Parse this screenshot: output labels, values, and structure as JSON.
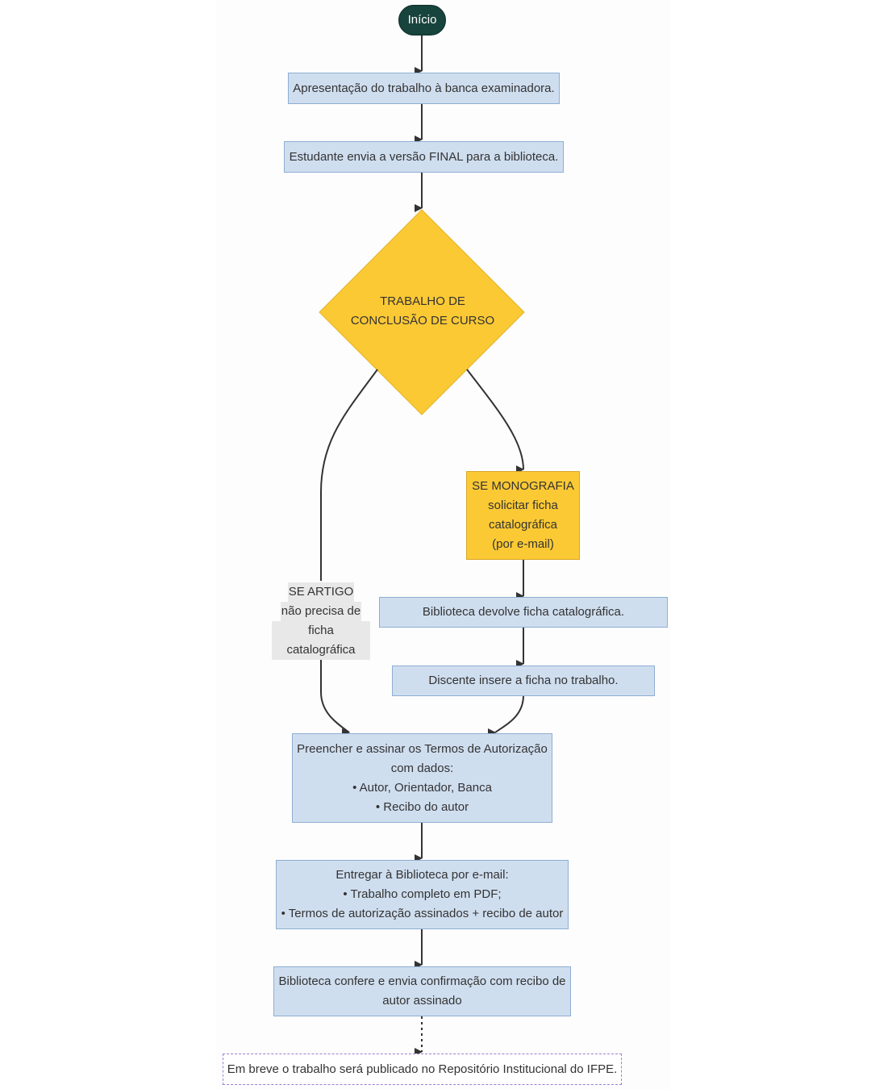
{
  "start": {
    "label": "Início"
  },
  "steps": {
    "presentation": "Apresentação do trabalho à banca examinadora.",
    "send_final": "Estudante envia a versão FINAL para a biblioteca."
  },
  "decision": {
    "lines": [
      "TRABALHO DE",
      "CONCLUSÃO DE CURSO"
    ],
    "color": "#fbc934"
  },
  "branch_artigo": {
    "lines": [
      "SE ARTIGO",
      "não precisa de",
      "ficha catalográfica"
    ]
  },
  "branch_monografia": {
    "lines": [
      "SE MONOGRAFIA",
      "solicitar ficha",
      "catalográfica",
      "(por e-mail)"
    ]
  },
  "library_returns": "Biblioteca devolve ficha catalográfica.",
  "student_inserts": "Discente insere a ficha no trabalho.",
  "terms": {
    "lines": [
      "Preencher e assinar os Termos de Autorização",
      "com dados:",
      "• Autor, Orientador, Banca",
      "• Recibo do autor"
    ]
  },
  "deliver": {
    "lines": [
      "Entregar à Biblioteca por e-mail:",
      "• Trabalho completo em PDF;",
      "• Termos de autorização assinados + recibo de autor"
    ]
  },
  "confirm": {
    "lines": [
      "Biblioteca confere e envia confirmação com recibo de",
      "autor assinado"
    ]
  },
  "published": "Em breve o trabalho será publicado no Repositório Institucional do IFPE.",
  "colors": {
    "process_fill": "#cfdeef",
    "process_border": "#8eaed3",
    "start_fill": "#17443d",
    "accent_yellow": "#fbc934",
    "final_border": "#9b7fd0",
    "edge": "#333333"
  }
}
